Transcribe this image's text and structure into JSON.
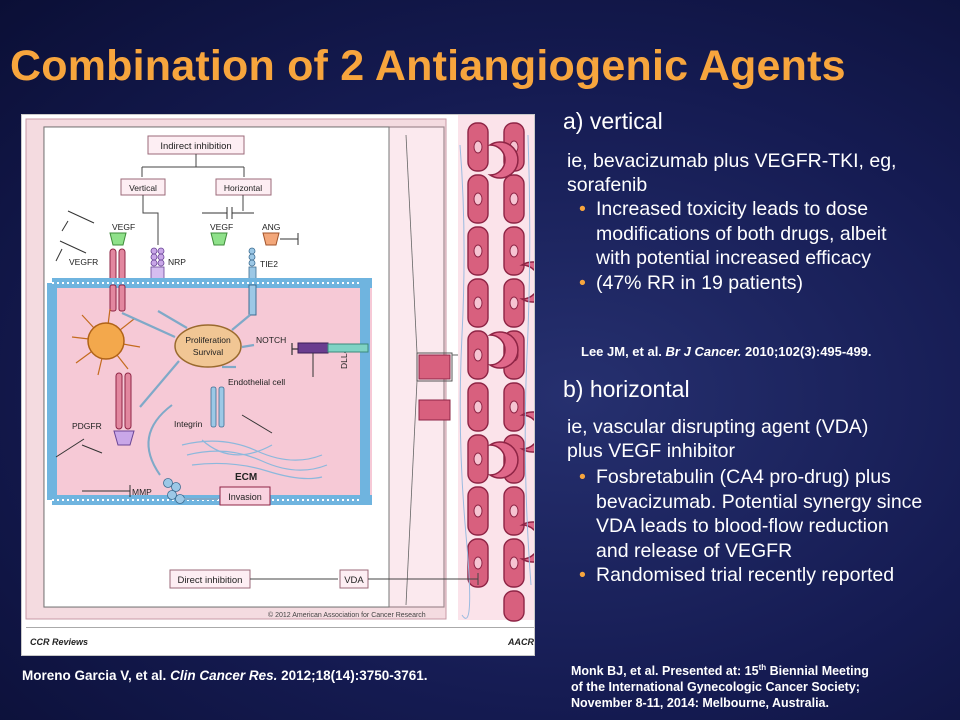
{
  "slide": {
    "title": "Combination of 2 Antiangiogenic Agents"
  },
  "figure": {
    "box_indirect": "Indirect inhibition",
    "box_vertical": "Vertical",
    "box_horizontal": "Horizontal",
    "lbl_vegf_left": "VEGF",
    "lbl_vegfr": "VEGFR",
    "lbl_nrp": "NRP",
    "lbl_vegf_right": "VEGF",
    "lbl_ang": "ANG",
    "lbl_tie2": "TIE2",
    "lbl_notch": "NOTCH",
    "lbl_dll4": "DLL4",
    "lbl_prolif1": "Proliferation",
    "lbl_prolif2": "Survival",
    "lbl_endothelial": "Endothelial cell",
    "lbl_pdgfr": "PDGFR",
    "lbl_integrin": "Integrin",
    "lbl_ecm": "ECM",
    "lbl_mmp": "MMP",
    "lbl_invasion": "Invasion",
    "box_direct": "Direct inhibition",
    "lbl_vda": "VDA",
    "copyright": "© 2012 American Association for Cancer Research",
    "footer_left": "CCR Reviews",
    "footer_right": "AACR"
  },
  "citation_left": {
    "authors": "Moreno Garcia V, et al.",
    "journal": "Clin Cancer Res.",
    "details": "2012;18(14):3750-3761."
  },
  "section_a": {
    "heading": "a) vertical",
    "intro": "ie, bevacizumab plus VEGFR-TKI, eg, sorafenib",
    "bullets": [
      "Increased toxicity leads to dose modifications of both drugs, albeit with potential increased efficacy",
      "(47% RR in 19 patients)"
    ],
    "ref_authors": "Lee JM, et al.",
    "ref_journal": "Br J Cancer.",
    "ref_details": "2010;102(3):495-499."
  },
  "section_b": {
    "heading": "b) horizontal",
    "intro": "ie, vascular disrupting agent (VDA) plus VEGF inhibitor",
    "bullets": [
      "Fosbretabulin (CA4 pro-drug) plus bevacizumab. Potential synergy since VDA leads to blood-flow reduction and release of VEGFR",
      "Randomised trial recently reported"
    ],
    "ref_line1": "Monk BJ, et al. Presented at: 15",
    "ref_sup": "th",
    "ref_line1b": " Biennial Meeting",
    "ref_line2": "of the International Gynecologic Cancer Society;",
    "ref_line3": "November 8-11, 2014: Melbourne, Australia."
  },
  "colors": {
    "title": "#f7a53d",
    "bullet": "#f7a53d",
    "background": "#151b52"
  },
  "bullet_glyph": "•"
}
